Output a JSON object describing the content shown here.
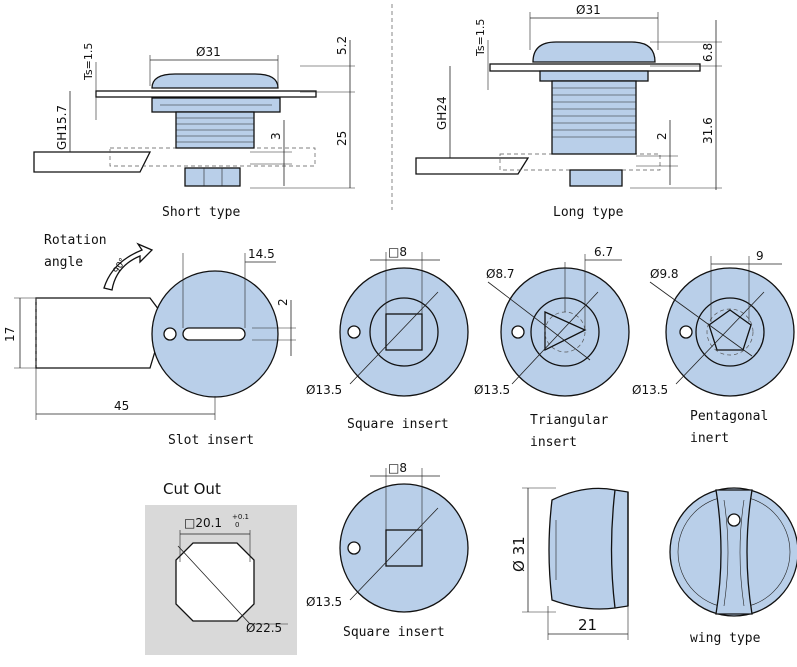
{
  "colors": {
    "part_fill": "#b9cfe9",
    "cutout_bg": "#d9d9d9",
    "line": "#111111"
  },
  "top": {
    "short": {
      "caption": "Short type",
      "d31": "Ø31",
      "ts": "Ts=1.5",
      "gh": "GH15.7",
      "d52": "5.2",
      "d3": "3",
      "d25": "25"
    },
    "long": {
      "caption": "Long type",
      "d31": "Ø31",
      "ts": "Ts=1.5",
      "gh": "GH24",
      "d68": "6.8",
      "d2": "2",
      "d316": "31.6"
    }
  },
  "middle": {
    "rotation_line1": "Rotation",
    "rotation_line2": "angle",
    "rotation_deg": "90°",
    "slot": {
      "caption": "Slot insert",
      "d145": "14.5",
      "d2": "2",
      "d17": "17",
      "d45": "45"
    },
    "square": {
      "caption": "Square insert",
      "sq": "□8",
      "dia": "Ø13.5"
    },
    "triangular": {
      "caption_line1": "Triangular",
      "caption_line2": "insert",
      "d87": "Ø8.7",
      "d67": "6.7",
      "dia": "Ø13.5"
    },
    "pentagonal": {
      "caption_line1": "Pentagonal",
      "caption_line2": "inert",
      "d98": "Ø9.8",
      "d9": "9",
      "dia": "Ø13.5"
    }
  },
  "bottom": {
    "cutout": {
      "title": "Cut Out",
      "sq_main": "□20.1",
      "tol_plus": "+0.1",
      "tol_zero": "0",
      "dia": "Ø22.5"
    },
    "square2": {
      "caption": "Square insert",
      "sq": "□8",
      "dia": "Ø13.5"
    },
    "wing": {
      "caption": "wing type",
      "d31": "Ø 31",
      "d21": "21"
    }
  }
}
